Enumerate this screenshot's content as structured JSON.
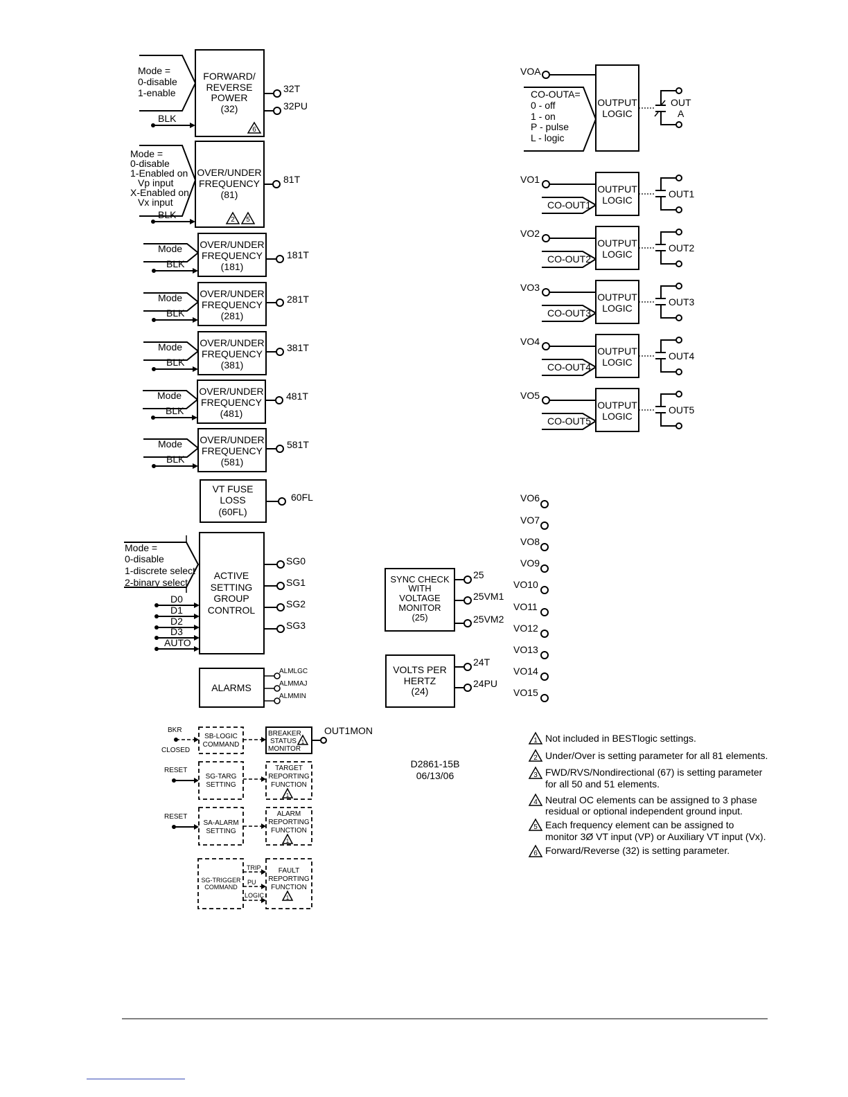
{
  "fwd_rev": {
    "title": [
      "FORWARD/",
      "REVERSE",
      "POWER",
      "(32)"
    ],
    "mode": [
      "Mode =",
      "0-disable",
      "1-enable"
    ],
    "blk": "BLK",
    "outputs": [
      "32T",
      "32PU"
    ],
    "note_ref": "6"
  },
  "freq81": {
    "title": [
      "OVER/UNDER",
      "FREQUENCY",
      "(81)"
    ],
    "mode": [
      "Mode =",
      "0-disable",
      "1-Enabled on",
      "Vp input",
      "X-Enabled on",
      "Vx input"
    ],
    "blk": "BLK",
    "output": "81T",
    "note_refs": [
      "2",
      "5"
    ]
  },
  "freq_blocks": [
    {
      "line1": "OVER/UNDER",
      "line2": "FREQUENCY",
      "num": "(181)",
      "output": "181T",
      "mode": "Mode",
      "blk": "BLK"
    },
    {
      "line1": "OVER/UNDER",
      "line2": "FREQUENCY",
      "num": "(281)",
      "output": "281T",
      "mode": "Mode",
      "blk": "BLK"
    },
    {
      "line1": "OVER/UNDER",
      "line2": "FREQUENCY",
      "num": "(381)",
      "output": "381T",
      "mode": "Mode",
      "blk": "BLK"
    },
    {
      "line1": "OVER/UNDER",
      "line2": "FREQUENCY",
      "num": "(481)",
      "output": "481T",
      "mode": "Mode",
      "blk": "BLK"
    },
    {
      "line1": "OVER/UNDER",
      "line2": "FREQUENCY",
      "num": "(581)",
      "output": "581T",
      "mode": "Mode",
      "blk": "BLK"
    }
  ],
  "vt_fuse": {
    "title": [
      "VT FUSE",
      "LOSS",
      "(60FL)"
    ],
    "output": "60FL"
  },
  "setting_group": {
    "title": [
      "ACTIVE",
      "SETTING",
      "GROUP",
      "CONTROL"
    ],
    "mode": [
      "Mode =",
      "0-disable",
      "1-discrete select",
      "2-binary select"
    ],
    "inputs": [
      "D0",
      "D1",
      "D2",
      "D3",
      "AUTO"
    ],
    "outputs": [
      "SG0",
      "SG1",
      "SG2",
      "SG3"
    ]
  },
  "alarms": {
    "title": "ALARMS",
    "outputs": [
      "ALMLGC",
      "ALMMAJ",
      "ALMMIN"
    ]
  },
  "sync_check": {
    "title": [
      "SYNC CHECK",
      "WITH",
      "VOLTAGE",
      "MONITOR",
      "(25)"
    ],
    "outputs": [
      "25",
      "25VM1",
      "25VM2"
    ]
  },
  "volts_hertz": {
    "title": [
      "VOLTS PER",
      "HERTZ",
      "(24)"
    ],
    "outputs": [
      "24T",
      "24PU"
    ]
  },
  "output_a": {
    "input": "VOA",
    "co": [
      "CO-OUTA=",
      "0 - off",
      "1 - on",
      "P - pulse",
      "L - logic"
    ],
    "title": [
      "OUTPUT",
      "LOGIC"
    ],
    "contact": [
      "OUT",
      "A"
    ]
  },
  "outputs": [
    {
      "vo": "VO1",
      "co": "CO-OUT1",
      "line1": "OUTPUT",
      "line2": "LOGIC",
      "out": "OUT1"
    },
    {
      "vo": "VO2",
      "co": "CO-OUT2",
      "line1": "OUTPUT",
      "line2": "LOGIC",
      "out": "OUT2"
    },
    {
      "vo": "VO3",
      "co": "CO-OUT3",
      "line1": "OUTPUT",
      "line2": "LOGIC",
      "out": "OUT3"
    },
    {
      "vo": "VO4",
      "co": "CO-OUT4",
      "line1": "OUTPUT",
      "line2": "LOGIC",
      "out": "OUT4"
    },
    {
      "vo": "VO5",
      "co": "CO-OUT5",
      "line1": "OUTPUT",
      "line2": "LOGIC",
      "out": "OUT5"
    }
  ],
  "virtual_outputs": [
    "VO6",
    "VO7",
    "VO8",
    "VO9",
    "VO10",
    "VO11",
    "VO12",
    "VO13",
    "VO14",
    "VO15"
  ],
  "dashed": {
    "bkr": [
      "BKR",
      "CLOSED"
    ],
    "sb_logic": [
      "SB-LOGIC",
      "COMMAND"
    ],
    "breaker": [
      "BREAKER",
      "STATUS",
      "MONITOR"
    ],
    "out1mon": "OUT1MON",
    "reset1": "RESET",
    "sg_targ": [
      "SG-TARG",
      "SETTING"
    ],
    "target": [
      "TARGET",
      "REPORTING",
      "FUNCTION"
    ],
    "reset2": "RESET",
    "sa_alarm": [
      "SA-ALARM",
      "SETTING"
    ],
    "alarm": [
      "ALARM",
      "REPORTING",
      "FUNCTION"
    ],
    "sg_trigger": [
      "SG-TRIGGER",
      "COMMAND"
    ],
    "trigger_lines": [
      "TRIP",
      "PU",
      "LOGIC"
    ],
    "fault": [
      "FAULT",
      "REPORTING",
      "FUNCTION"
    ],
    "note_ref": "1"
  },
  "drawing_number": [
    "D2861-15B",
    "06/13/06"
  ],
  "notes": [
    {
      "num": "1",
      "lines": [
        "Not included in BESTlogic settings."
      ]
    },
    {
      "num": "2",
      "lines": [
        "Under/Over is setting parameter for all 81 elements."
      ]
    },
    {
      "num": "3",
      "lines": [
        "FWD/RVS/Nondirectional (67) is setting parameter",
        "for all 50 and 51 elements."
      ]
    },
    {
      "num": "4",
      "lines": [
        "Neutral OC elements can be assigned to 3 phase",
        "residual or optional independent ground input."
      ]
    },
    {
      "num": "5",
      "lines": [
        "Each frequency element can be assigned to",
        "monitor 3Ø  VT input (VP) or Auxiliary VT input (Vx)."
      ]
    },
    {
      "num": "6",
      "lines": [
        "Forward/Reverse (32) is setting parameter."
      ]
    }
  ]
}
